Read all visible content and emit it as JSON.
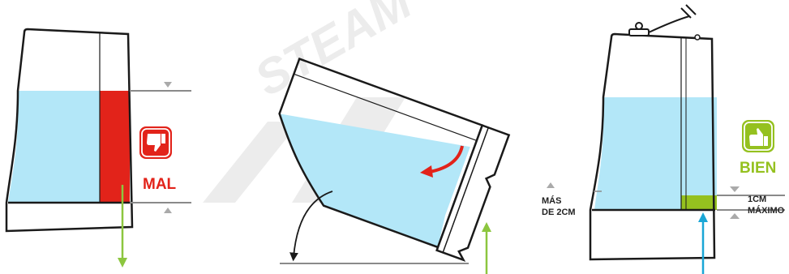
{
  "labels": {
    "mal": "MAL",
    "bien": "BIEN",
    "mas_line1": "MÁS",
    "mas_line2": "DE 2CM",
    "uncm_line1": "1CM",
    "uncm_line2": "MÁXIMO"
  },
  "watermark": "STEAM",
  "colors": {
    "water": "#b3e7f8",
    "bad_red": "#e2231a",
    "good_green": "#95c11f",
    "arrow_green": "#8cc63f",
    "arrow_blue": "#1aa6d6",
    "outline": "#1a1a1a",
    "guide_gray": "#8a8a8a"
  },
  "icons": {
    "bad": "thumbs-down-icon",
    "good": "thumbs-up-icon"
  }
}
